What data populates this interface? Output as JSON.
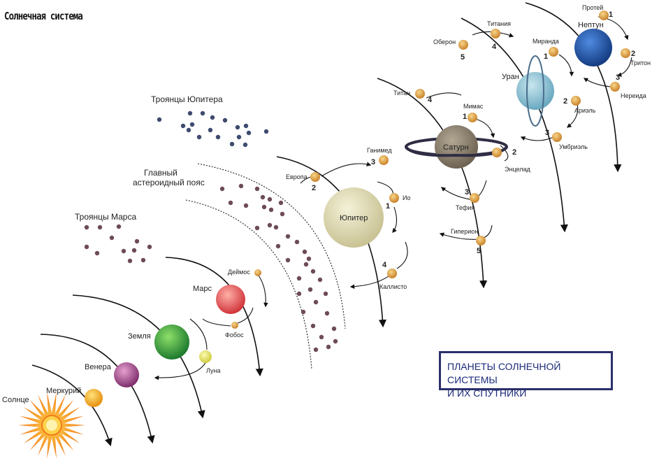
{
  "title": "Солнечная система",
  "legend": {
    "line1": "ПЛАНЕТЫ СОЛНЕЧНОЙ СИСТЕМЫ",
    "line2": "И ИХ СПУТНИКИ",
    "color": "#1c2a78"
  },
  "colors": {
    "sun": "#f07a1a",
    "mercury": "#f0a020",
    "venus": "#a04a8c",
    "earth": "#3aa83a",
    "moon": "#e6e46a",
    "mars": "#e05a5a",
    "jupiter": "#e3dfb2",
    "saturn": "#8b7f6e",
    "uranus": "#8fc3d6",
    "neptune": "#1f5aa8",
    "moonlet": "#e0a43a",
    "trojan_jupiter": "#3e4a6e",
    "asteroid": "#6d4b55"
  },
  "bodies": {
    "sun": "Солнце",
    "mercury": "Меркурий",
    "venus": "Венера",
    "earth": "Земля",
    "moon": "Луна",
    "mars": "Марс",
    "deimos": "Деймос",
    "phobos": "Фобос",
    "jupiter": "Юпитер",
    "saturn": "Сатурн",
    "uranus": "Уран",
    "neptune": "Нептун"
  },
  "groups": {
    "mars_trojans": "Троянцы Марса",
    "jupiter_trojans": "Троянцы Юпитера",
    "belt_line1": "Главный",
    "belt_line2": "астероидный пояс"
  },
  "jupiter_moons": [
    {
      "num": "1",
      "name": "Ио"
    },
    {
      "num": "2",
      "name": "Европа"
    },
    {
      "num": "3",
      "name": "Ганимед"
    },
    {
      "num": "4",
      "name": "Каллисто"
    }
  ],
  "saturn_moons": [
    {
      "num": "1",
      "name": "Мимас"
    },
    {
      "num": "2",
      "name": "Энцелад"
    },
    {
      "num": "3",
      "name": "Тефия"
    },
    {
      "num": "4",
      "name": "Титан"
    },
    {
      "num": "5",
      "name": "Гиперион"
    }
  ],
  "uranus_moons": [
    {
      "num": "1",
      "name": "Миранда"
    },
    {
      "num": "2",
      "name": "Ариэль"
    },
    {
      "num": "3",
      "name": "Умбриэль"
    },
    {
      "num": "4",
      "name": "Титания"
    },
    {
      "num": "5",
      "name": "Оберон"
    }
  ],
  "neptune_moons": [
    {
      "num": "1",
      "name": "Протей"
    },
    {
      "num": "2",
      "name": "Тритон"
    },
    {
      "num": "3",
      "name": "Нереида"
    }
  ]
}
